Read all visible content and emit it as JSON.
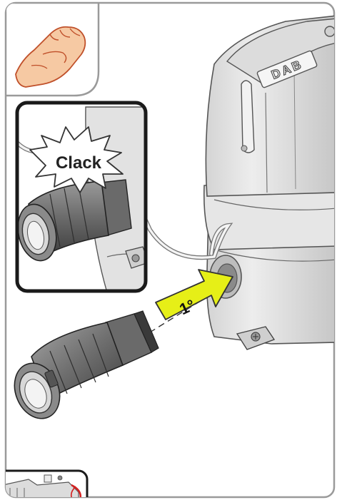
{
  "illustration": {
    "callout_text": "Clack",
    "step_label": "1°",
    "brand_logo": "DAB",
    "icons": [
      "hand-press-icon"
    ],
    "colors": {
      "frame": "#9a9a9a",
      "pump_body": "#e4e4e4",
      "pump_shadow": "#c4c4c4",
      "connector": "#7a7a7a",
      "connector_dark": "#4a4a4a",
      "arrow_fill": "#e6ef17",
      "skin": "#f6c9a3",
      "accent_red": "#d42020"
    }
  }
}
